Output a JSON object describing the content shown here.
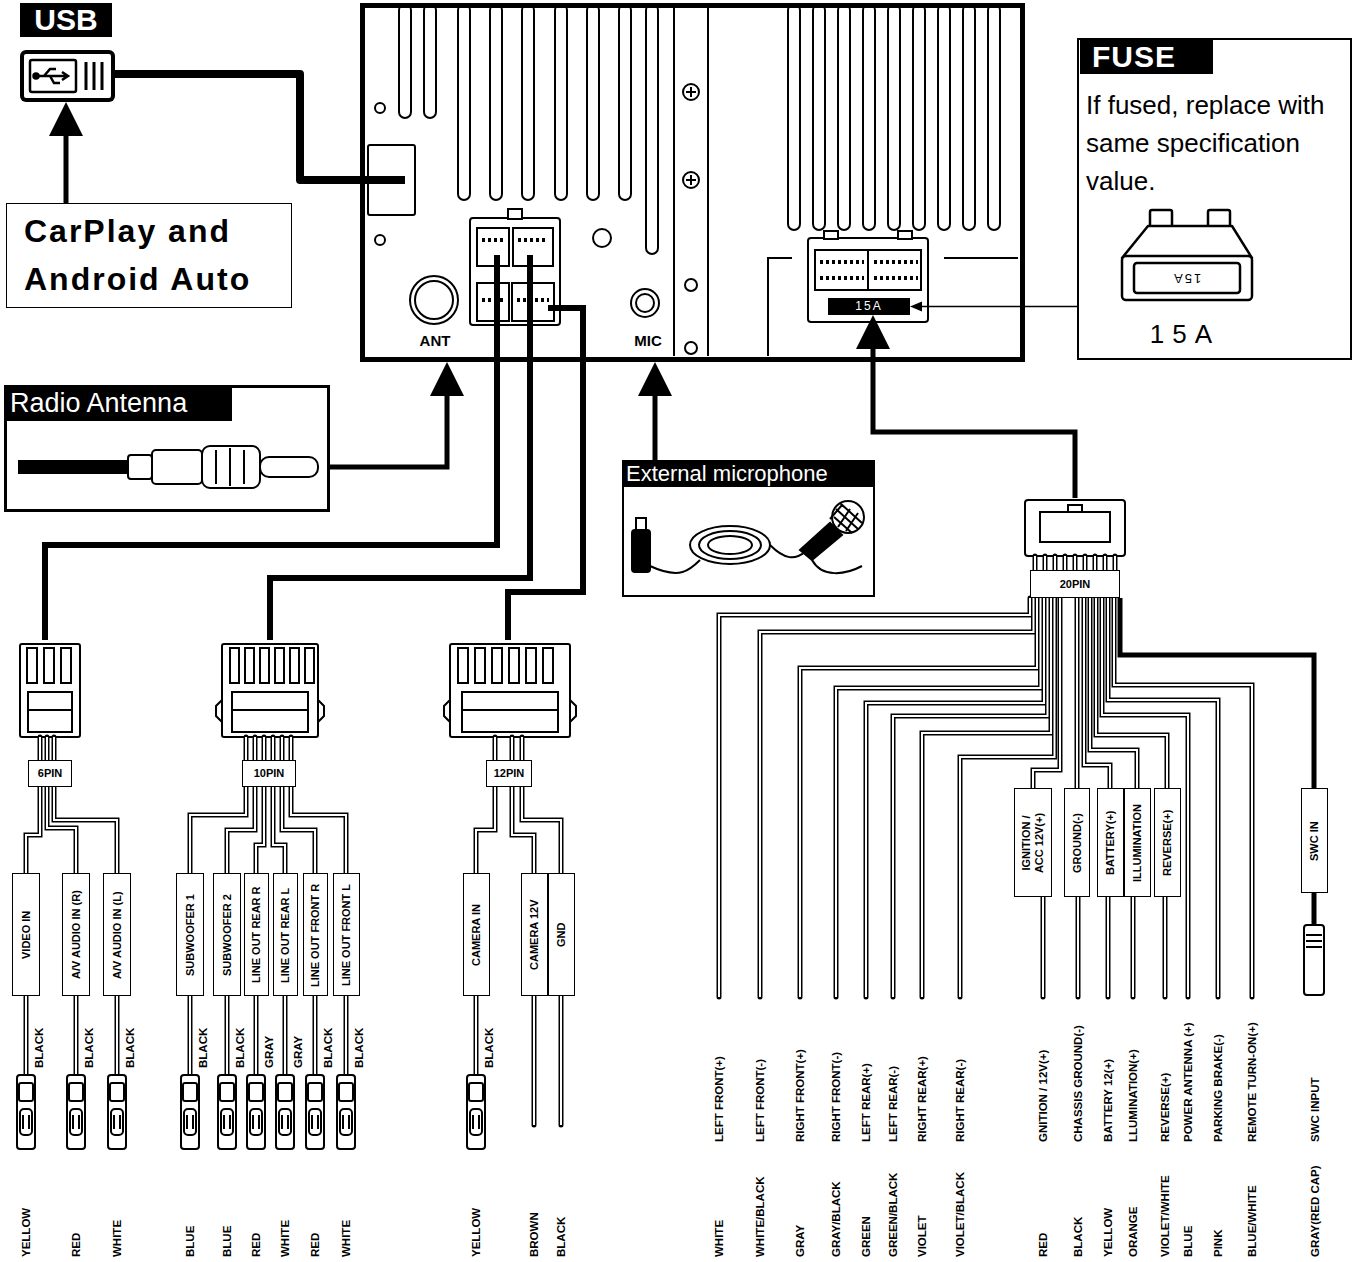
{
  "diagram": {
    "nodes": [
      {
        "text": [
          "ANT",
          "MIC"
        ]
      },
      {
        "text": [
          "15A"
        ],
        "in": 0
      },
      {
        "text": [
          "USB"
        ]
      },
      {
        "text": [
          "CarPlay and Android Auto"
        ]
      },
      {
        "text": [
          "FUSE",
          "If fused, replace with same specification value.",
          "15A"
        ]
      },
      {
        "text": [
          "Radio Antenna"
        ]
      },
      {
        "text": [
          "External microphone"
        ]
      },
      {
        "text": [
          "6PIN"
        ]
      },
      {
        "text": [
          "10PIN"
        ]
      },
      {
        "text": [
          "12PIN"
        ]
      },
      {
        "text": [
          "20PIN"
        ]
      },
      {
        "text": [
          "VIDEO IN"
        ]
      },
      {
        "text": [
          "A/V AUDIO IN (R)"
        ]
      },
      {
        "text": [
          "A/V AUDIO IN (L)"
        ]
      },
      {
        "text": [
          "SUBWOOFER 1"
        ]
      },
      {
        "text": [
          "SUBWOOFER 2"
        ]
      },
      {
        "text": [
          "LINE OUT REAR R"
        ]
      },
      {
        "text": [
          "LINE OUT REAR L"
        ]
      },
      {
        "text": [
          "LINE OUT FRONT R"
        ]
      },
      {
        "text": [
          "LINE OUT FRONT L"
        ]
      },
      {
        "text": [
          "CAMERA IN"
        ]
      },
      {
        "text": [
          "CAMERA 12V"
        ]
      },
      {
        "text": [
          "GND"
        ]
      },
      {
        "text": [
          "IGNITION / ACC 12V(+)"
        ]
      },
      {
        "text": [
          "GROUND(-)"
        ]
      },
      {
        "text": [
          "BATTERY(+)"
        ]
      },
      {
        "text": [
          "ILLUMINATION"
        ]
      },
      {
        "text": [
          "REVERSE(+)"
        ]
      },
      {
        "text": [
          "SWC IN"
        ]
      }
    ],
    "edges": [
      {
        "from": 3,
        "to": 2,
        "arrow": "to"
      },
      {
        "from": 2,
        "to": 0,
        "arrow": "none"
      },
      {
        "from": 4,
        "to": 1,
        "arrow": "to"
      },
      {
        "from": 5,
        "to": 0,
        "arrow": "to"
      },
      {
        "from": 6,
        "to": 0,
        "arrow": "to"
      },
      {
        "from": 10,
        "to": 1,
        "arrow": "to"
      },
      {
        "from": 0,
        "to": 7,
        "arrow": "none"
      },
      {
        "from": 0,
        "to": 8,
        "arrow": "none"
      },
      {
        "from": 0,
        "to": 9,
        "arrow": "none"
      },
      {
        "from": 7,
        "to": 11,
        "arrow": "none"
      },
      {
        "from": 7,
        "to": 12,
        "arrow": "none"
      },
      {
        "from": 7,
        "to": 13,
        "arrow": "none"
      },
      {
        "from": 8,
        "to": 14,
        "arrow": "none"
      },
      {
        "from": 8,
        "to": 15,
        "arrow": "none"
      },
      {
        "from": 8,
        "to": 16,
        "arrow": "none"
      },
      {
        "from": 8,
        "to": 17,
        "arrow": "none"
      },
      {
        "from": 8,
        "to": 18,
        "arrow": "none"
      },
      {
        "from": 8,
        "to": 19,
        "arrow": "none"
      },
      {
        "from": 9,
        "to": 20,
        "arrow": "none"
      },
      {
        "from": 9,
        "to": 21,
        "arrow": "none"
      },
      {
        "from": 9,
        "to": 22,
        "arrow": "none"
      },
      {
        "from": 10,
        "to": 23,
        "arrow": "none"
      },
      {
        "from": 10,
        "to": 24,
        "arrow": "none"
      },
      {
        "from": 10,
        "to": 25,
        "arrow": "none"
      },
      {
        "from": 10,
        "to": 26,
        "arrow": "none"
      },
      {
        "from": 10,
        "to": 27,
        "arrow": "none"
      },
      {
        "from": 10,
        "to": 28,
        "arrow": "none"
      }
    ],
    "labels": [
      "15A",
      "BLACK",
      "BLACK",
      "BLACK",
      "BLACK",
      "BLACK",
      "GRAY",
      "GRAY",
      "BLACK",
      "BLACK",
      "BLACK",
      "YELLOW",
      "RED",
      "WHITE",
      "BLUE",
      "BLUE",
      "RED",
      "WHITE",
      "RED",
      "WHITE",
      "YELLOW",
      "BROWN",
      "BLACK",
      "LEFT FRONT(+)",
      "LEFT FRONT(-)",
      "RIGHT FRONT(+)",
      "RIGHT FRONT(-)",
      "LEFT REAR(+)",
      "LEFT REAR(-)",
      "RIGHT REAR(+)",
      "RIGHT REAR(-)",
      "GNITION / 12V(+)",
      "CHASSIS GROUND(-)",
      "BATTERY 12(+)",
      "LLUMINATION(+)",
      "REVERSE(+)",
      "POWER ANTENNA (+)",
      "PARKING BRAKE(-)",
      "REMOTE TURN-ON(+)",
      "SWC INPUT",
      "WHITE",
      "WHITE/BLACK",
      "GRAY",
      "GRAY/BLACK",
      "GREEN",
      "GREEN/BLACK",
      "VIOLET",
      "VIOLET/BLACK",
      "RED",
      "BLACK",
      "YELLOW",
      "ORANGE",
      "VIOLET/WHITE",
      "BLUE",
      "PINK",
      "BLUE/WHITE",
      "GRAY(RED CAP)"
    ]
  }
}
